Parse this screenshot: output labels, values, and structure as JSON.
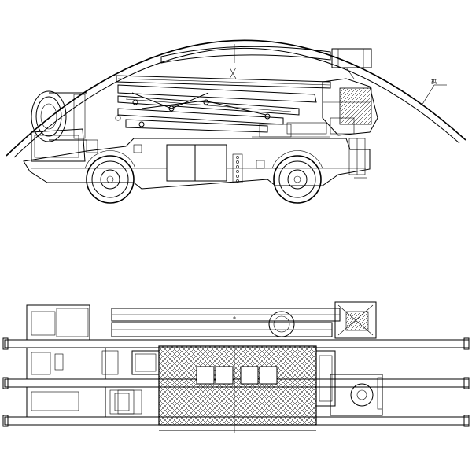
{
  "drawing": {
    "views": [
      "side-elevation",
      "top-plan"
    ],
    "callout_label": "拱",
    "ink_color": "#000000",
    "background_color": "#ffffff"
  }
}
